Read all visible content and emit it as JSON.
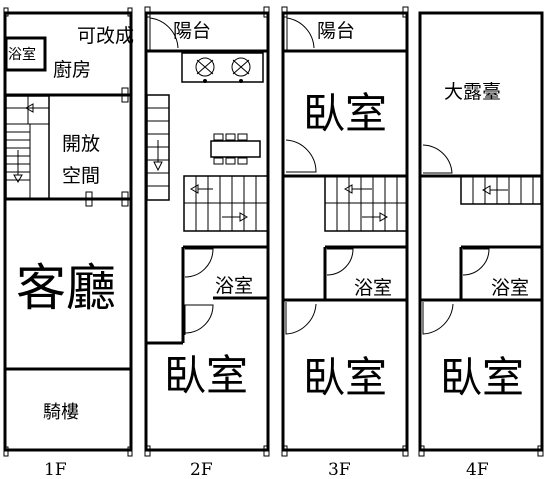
{
  "floors": [
    {
      "label": "1F",
      "rooms": {
        "bath": "浴室",
        "kitchen_line1": "可改成",
        "kitchen_line2": "廚房",
        "open_line1": "開放",
        "open_line2": "空間",
        "living": "客廳",
        "arcade": "騎樓"
      }
    },
    {
      "label": "2F",
      "rooms": {
        "balcony": "陽台",
        "bath": "浴室",
        "bedroom": "臥室"
      }
    },
    {
      "label": "3F",
      "rooms": {
        "balcony": "陽台",
        "bedroom_rear": "臥室",
        "bath": "浴室",
        "bedroom_front": "臥室"
      }
    },
    {
      "label": "4F",
      "rooms": {
        "terrace": "大露臺",
        "bath": "浴室",
        "bedroom": "臥室"
      }
    }
  ]
}
